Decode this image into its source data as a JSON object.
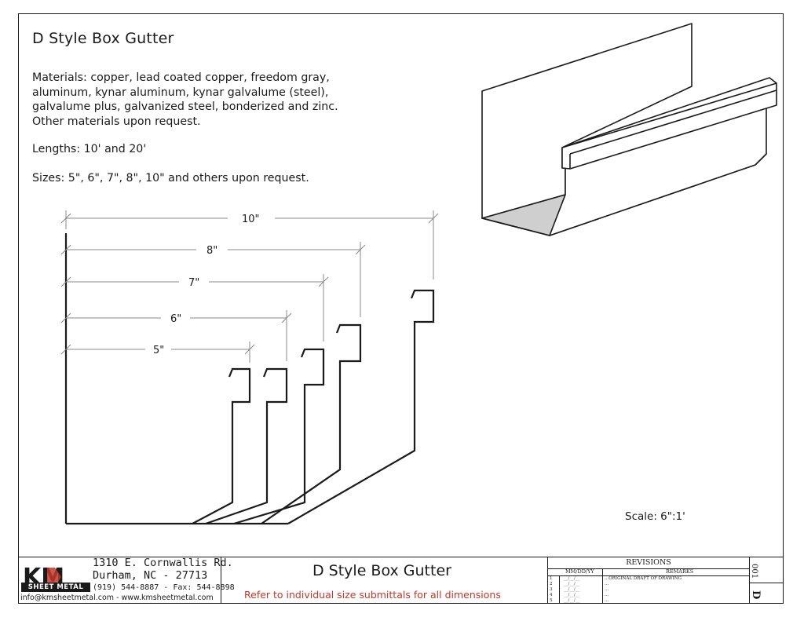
{
  "title": "D Style Box Gutter",
  "materials": [
    "Materials: copper, lead coated copper, freedom gray,",
    "aluminum, kynar aluminum, kynar galvalume (steel),",
    "galvalume plus, galvanized steel, bonderized and zinc.",
    "Other materials upon request."
  ],
  "lengths": "Lengths: 10' and 20'",
  "sizes": "Sizes: 5\", 6\", 7\", 8\", 10\" and others upon request.",
  "dimensions": [
    "10\"",
    "8\"",
    "7\"",
    "6\"",
    "5\""
  ],
  "scale": "Scale: 6\":1'",
  "title_block": {
    "logo": "KM",
    "logo_sub": "SHEET METAL",
    "address_line1": "1310 E. Cornwallis Rd.",
    "address_line2": "Durham, NC - 27713",
    "phone": "(919) 544-8887 - Fax: 544-8898",
    "contact": "info@kmsheetmetal.com - www.kmsheetmetal.com",
    "drawing_title": "D Style Box Gutter",
    "note": "Refer to individual size submittals for all dimensions",
    "revisions_title": "REVISIONS",
    "col_date": "MM/DD/YY",
    "col_remarks": "REMARKS",
    "rows": [
      {
        "num": "1",
        "date": "__/__/__",
        "remarks": "...ORIGINAL DRAFT OF DRAWING"
      },
      {
        "num": "2",
        "date": "__/__/__",
        "remarks": "..."
      },
      {
        "num": "3",
        "date": "__/__/__",
        "remarks": "..."
      },
      {
        "num": "4",
        "date": "__/__/__",
        "remarks": "..."
      },
      {
        "num": "5",
        "date": "__/__/__",
        "remarks": "..."
      }
    ],
    "sheet_number": "001",
    "sheet_letter": "D"
  },
  "colors": {
    "line": "#1a1a1a",
    "note": "#c0392b",
    "face_shade": "#cfcfcf"
  }
}
